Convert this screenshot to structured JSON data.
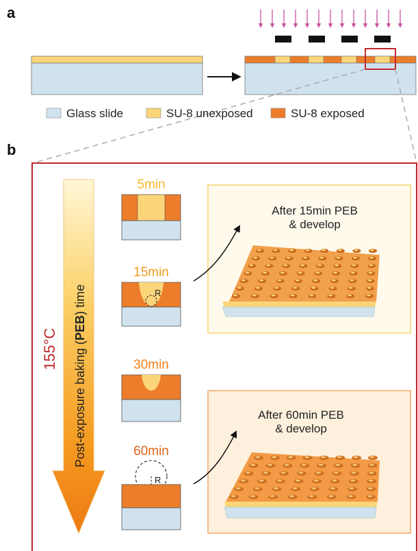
{
  "panels": {
    "a": "a",
    "b": "b"
  },
  "legend": [
    {
      "label": "Glass slide",
      "color": "#cfe2ee"
    },
    {
      "label": "SU-8 unexposed",
      "color": "#fbd579"
    },
    {
      "label": "SU-8 exposed",
      "color": "#ec7d2b"
    }
  ],
  "temperature": "155°C",
  "axis_label": {
    "prefix": "Post-exposure baking (",
    "bold": "PEB",
    "suffix": ") time"
  },
  "stages": [
    {
      "time": "5min",
      "color": "#f6b72f"
    },
    {
      "time": "15min",
      "color": "#f39b1e"
    },
    {
      "time": "30min",
      "color": "#ef7f1c"
    },
    {
      "time": "60min",
      "color": "#d9651a"
    }
  ],
  "radius_label": "R",
  "results": [
    {
      "line1": "After 15min PEB",
      "line2": "& develop"
    },
    {
      "line1": "After 60min PEB",
      "line2": "& develop"
    }
  ],
  "colors": {
    "glass": "#cfe2ee",
    "unexposed": "#fbd579",
    "exposed": "#ec7d2b",
    "uv_arrow": "#c8539f",
    "frame_red": "#c0272d"
  }
}
